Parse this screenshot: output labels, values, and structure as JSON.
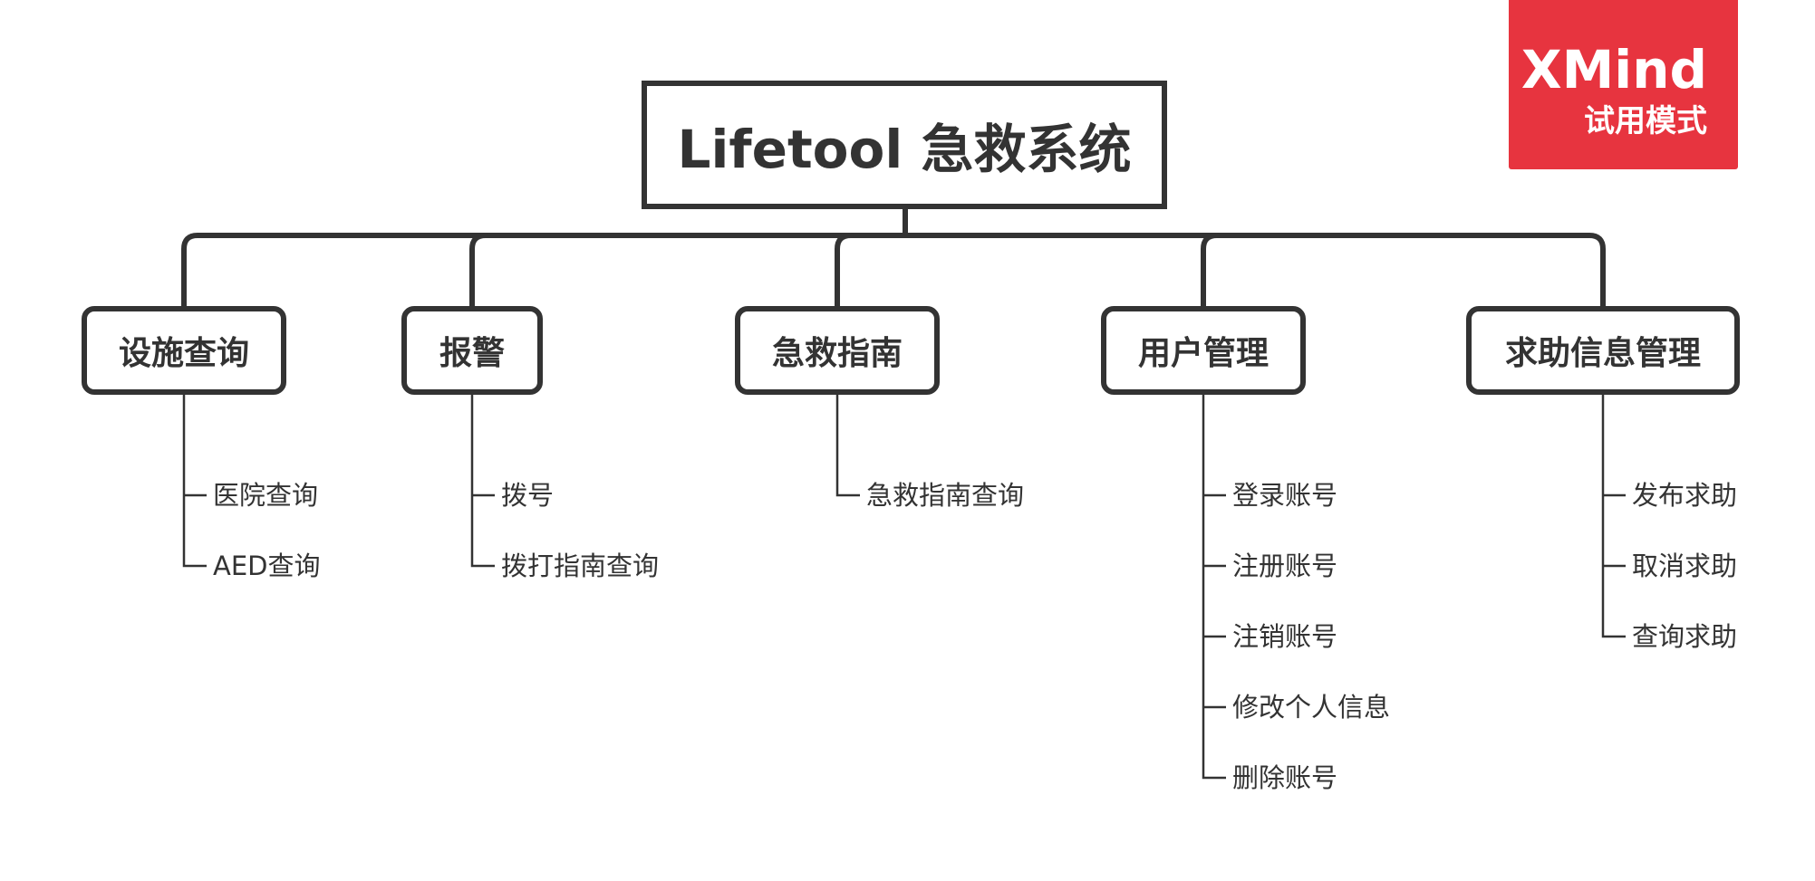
{
  "diagram": {
    "root": {
      "title": "Lifetool 急救系统"
    },
    "branches": [
      {
        "label": "设施查询",
        "items": [
          "医院查询",
          "AED查询"
        ]
      },
      {
        "label": "报警",
        "items": [
          "拨号",
          "拨打指南查询"
        ]
      },
      {
        "label": "急救指南",
        "items": [
          "急救指南查询"
        ]
      },
      {
        "label": "用户管理",
        "items": [
          "登录账号",
          "注册账号",
          "注销账号",
          "修改个人信息",
          "删除账号"
        ]
      },
      {
        "label": "求助信息管理",
        "items": [
          "发布求助",
          "取消求助",
          "查询求助"
        ]
      }
    ]
  },
  "watermark": {
    "brand": "XMind",
    "subtitle": "试用模式"
  },
  "colors": {
    "line": "#333333",
    "watermark_bg": "#e7343f",
    "watermark_text": "#ffffff"
  }
}
